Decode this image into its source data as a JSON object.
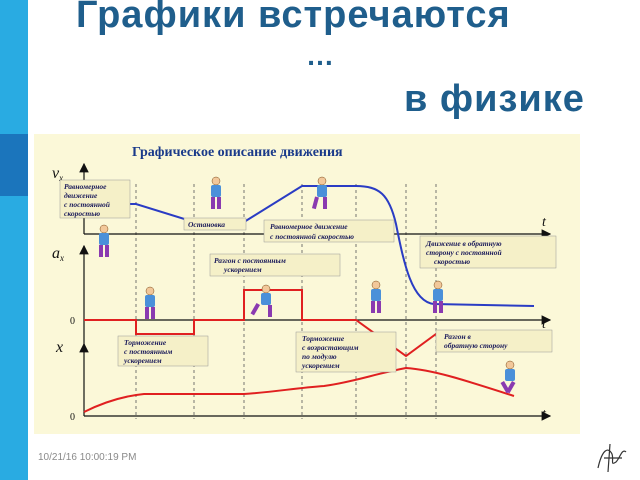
{
  "slide": {
    "title_line1": "Графики встречаются",
    "title_line2": "…",
    "title_line3": "в физике",
    "timestamp": "10/21/16 10:00:19 PM"
  },
  "figure": {
    "heading": "Графическое описание движения",
    "axes": {
      "vx": "v",
      "vx_sub": "x",
      "ax": "a",
      "ax_sub": "x",
      "x": "x",
      "t": "t",
      "zero": "0"
    },
    "labels": {
      "uniform_1": "Равномерное",
      "uniform_2": "движение",
      "uniform_3": "с постоянной",
      "uniform_4": "скоростью",
      "stop": "Остановка",
      "uniform_b1": "Равномерное движение",
      "uniform_b2": "с постоянной скоростью",
      "reverse_1": "Движение в обратную",
      "reverse_2": "сторону с постоянной",
      "reverse_3": "скоростью",
      "accel_1": "Разгон с постоянным",
      "accel_2": "ускорением",
      "brake_1": "Торможение",
      "brake_2": "с постоянным",
      "brake_3": "ускорением",
      "brakeinc_1": "Торможение",
      "brakeinc_2": "с возрастающим",
      "brakeinc_3": "по модулю",
      "brakeinc_4": "ускорением",
      "revaccel_1": "Разгон в",
      "revaccel_2": "обратную сторону"
    },
    "colors": {
      "velocity": "#2a3cc4",
      "acceleration": "#e02020",
      "position": "#e02020",
      "axis": "#111111",
      "heading": "#1a3a8a"
    }
  }
}
